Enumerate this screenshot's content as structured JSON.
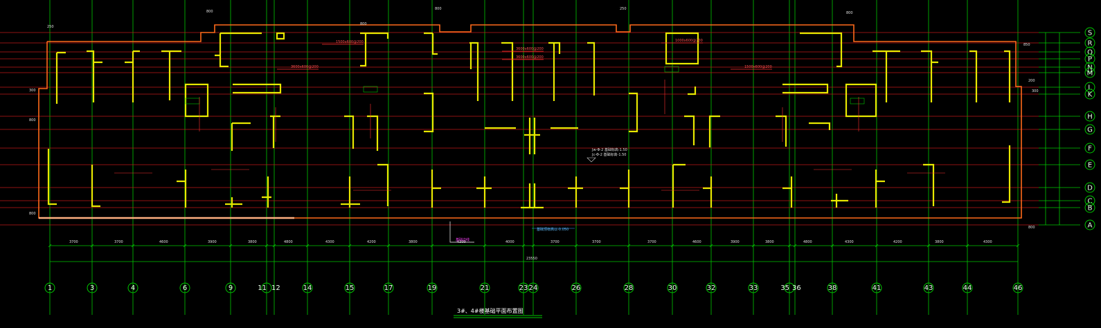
{
  "drawing": {
    "title": "3#、4#楼基础平面布置图",
    "colors": {
      "background": "#000000",
      "grid_green": "#00c800",
      "axis_red": "#c01818",
      "outline_orange": "#ff6a1a",
      "wall_yellow": "#e8e800",
      "dim_text": "#dcdcdc",
      "callout_red": "#ff3030",
      "magenta": "#ff30ff",
      "cyan": "#40a0ff"
    },
    "vertical_axes": [
      "1",
      "3",
      "4",
      "6",
      "9",
      "11",
      "12",
      "14",
      "15",
      "17",
      "19",
      "21",
      "23",
      "24",
      "26",
      "28",
      "30",
      "32",
      "33",
      "35",
      "36",
      "38",
      "41",
      "43",
      "44",
      "46"
    ],
    "horizontal_axes": [
      "S",
      "R",
      "Q",
      "P",
      "N",
      "M",
      "L",
      "K",
      "H",
      "G",
      "F",
      "E",
      "D",
      "C",
      "B",
      "A"
    ],
    "top_dims": [
      "800",
      "250",
      "800",
      "800",
      "250",
      "800"
    ],
    "side_dims_left": [
      "800",
      "300",
      "800"
    ],
    "side_dims_right": [
      "850",
      "200",
      "300",
      "800"
    ],
    "bottom_dim_total": "23550",
    "bottom_dims": [
      "3700",
      "3700",
      "4600",
      "3900",
      "3800",
      "4800",
      "4300",
      "4200",
      "3800",
      "4300",
      "4000",
      "3700"
    ],
    "notes": {
      "center_note_1": "Jw-Φ-2 基础标高-1.50",
      "center_note_2": "Jc-Φ-2 基础标高-1.50",
      "bottom_note": "基础顶标高以-0.050",
      "magenta_label": "基础边线"
    },
    "callouts": [
      "3600x600@200",
      "3600x600@200",
      "1500x600@200",
      "1000x600@200",
      "1500x600@200",
      "3600x600@200"
    ]
  }
}
